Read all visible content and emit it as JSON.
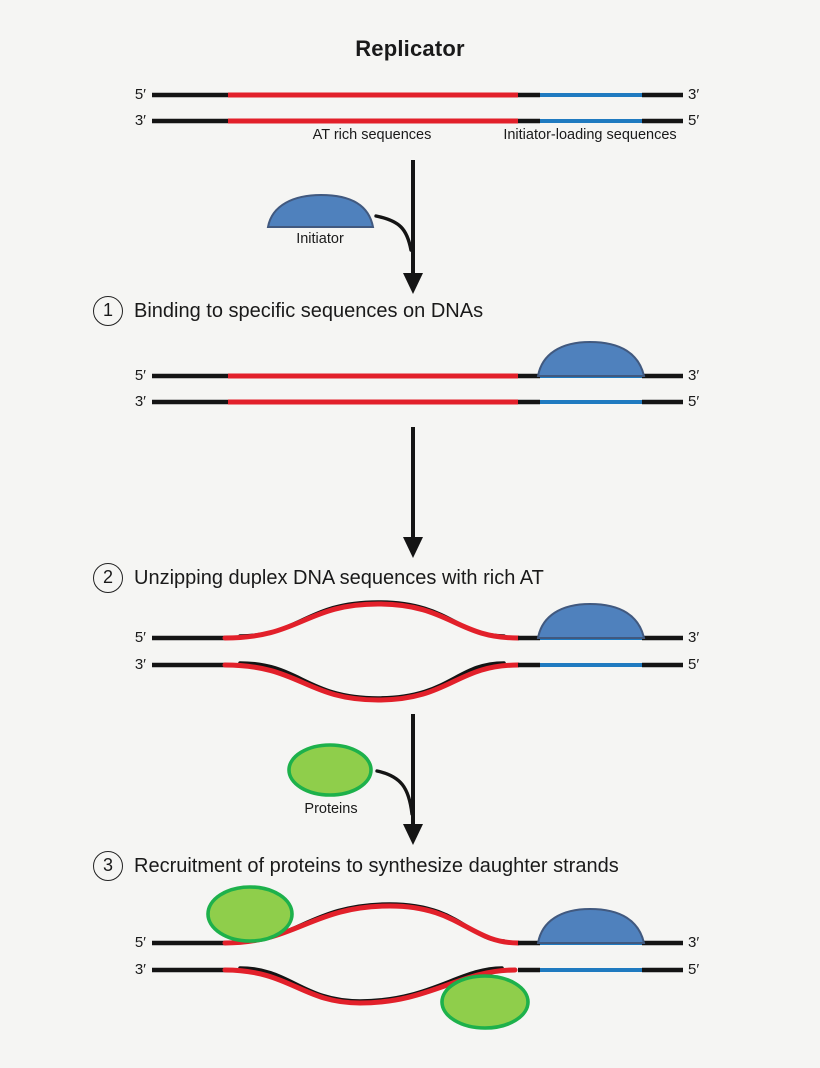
{
  "title": "Replicator",
  "colors": {
    "bg": "#f5f5f3",
    "text": "#1a1a1a",
    "strand_black": "#141414",
    "at_red": "#e2202a",
    "loading_blue": "#1f7ac0",
    "initiator_fill": "#4f81bd",
    "initiator_stroke": "#41597f",
    "protein_fill": "#8fce4b",
    "protein_stroke": "#1db14b"
  },
  "replicator": {
    "at_rich_label": "AT rich sequences",
    "initiator_loading_label": "Initiator-loading sequences"
  },
  "initiator": {
    "label": "Initiator"
  },
  "proteins": {
    "label": "Proteins"
  },
  "steps": [
    {
      "num": "1",
      "label": "Binding to specific sequences on DNAs"
    },
    {
      "num": "2",
      "label": "Unzipping duplex DNA sequences with rich AT"
    },
    {
      "num": "3",
      "label": "Recruitment of proteins to synthesize daughter strands"
    }
  ],
  "strand_ends": {
    "top_left": "5′",
    "top_right": "3′",
    "bottom_left": "3′",
    "bottom_right": "5′"
  }
}
